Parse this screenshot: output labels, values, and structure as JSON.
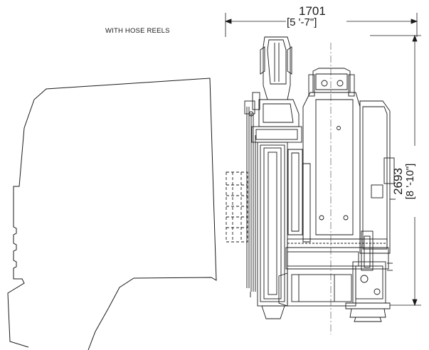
{
  "caption": "WITH HOSE REELS",
  "dimensions": {
    "width_mm": "1701",
    "width_ftin": "[5 '-7\"]",
    "height_mm": "2693",
    "height_ftin": "[8 '-10\"]"
  },
  "colors": {
    "line": "#1a1a1a",
    "background": "#ffffff"
  }
}
